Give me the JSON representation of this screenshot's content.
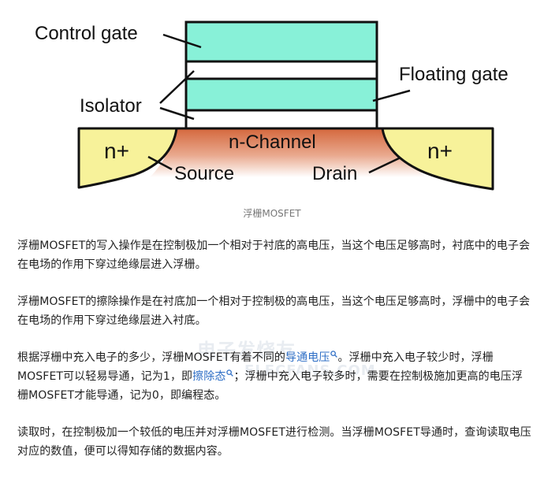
{
  "figure": {
    "labels": {
      "control_gate": "Control gate",
      "floating_gate": "Floating gate",
      "isolator": "Isolator",
      "n_channel": "n-Channel",
      "n_plus_left": "n+",
      "n_plus_right": "n+",
      "source": "Source",
      "drain": "Drain"
    },
    "colors": {
      "gate_fill": "#88f1d8",
      "implant_fill": "#f7f29a",
      "channel_top": "#d4673d",
      "outline": "#111111"
    },
    "caption": "浮栅MOSFET"
  },
  "article": {
    "p1": "浮栅MOSFET的写入操作是在控制极加一个相对于衬底的高电压，当这个电压足够高时，衬底中的电子会在电场的作用下穿过绝缘层进入浮栅。",
    "p2": "浮栅MOSFET的擦除操作是在衬底加一个相对于控制极的高电压，当这个电压足够高时，浮栅中的电子会在电场的作用下穿过绝缘层进入衬底。",
    "p3_part1": "根据浮栅中充入电子的多少，浮栅MOSFET有着不同的",
    "p3_link1": "导通电压",
    "p3_part2": "。浮栅中充入电子较少时，浮栅MOSFET可以轻易导通，记为1，即",
    "p3_link2": "擦除态",
    "p3_part3": "；浮栅中充入电子较多时，需要在控制极施加更高的电压浮栅MOSFET才能导通，记为0，即编程态。",
    "p4": "读取时，在控制极加一个较低的电压并对浮栅MOSFET进行检测。当浮栅MOSFET导通时，查询读取电压对应的数值，便可以得知存储的数据内容。"
  },
  "watermark": {
    "line1": "电子发烧友",
    "line2": "ELECFANS.COM"
  }
}
